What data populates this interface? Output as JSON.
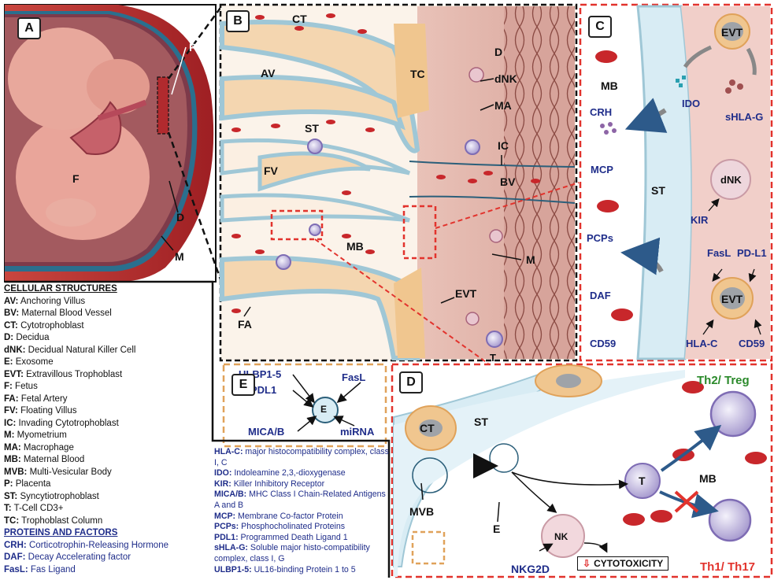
{
  "panels": {
    "a": "A",
    "b": "B",
    "c": "C",
    "d": "D",
    "e": "E"
  },
  "panel_a": {
    "p": "P",
    "f": "F",
    "d": "D",
    "m": "M"
  },
  "panel_b": {
    "ct": "CT",
    "d": "D",
    "av": "AV",
    "tc": "TC",
    "dnk": "dNK",
    "ma": "MA",
    "st": "ST",
    "ic": "IC",
    "fv": "FV",
    "bv": "BV",
    "mb": "MB",
    "m": "M",
    "evt": "EVT",
    "fa": "FA",
    "t": "T"
  },
  "panel_c": {
    "mb": "MB",
    "evt_top": "EVT",
    "crh": "CRH",
    "ido": "IDO",
    "shlag": "sHLA-G",
    "mcp": "MCP",
    "st": "ST",
    "dnk": "dNK",
    "kir": "KIR",
    "pcps": "PCPs",
    "fasl": "FasL",
    "pdl1": "PD-L1",
    "daf": "DAF",
    "evt_bottom": "EVT",
    "cd59_left": "CD59",
    "hlac": "HLA-C",
    "cd59_right": "CD59"
  },
  "panel_d": {
    "th2": "Th2/ Treg",
    "ct": "CT",
    "st": "ST",
    "t": "T",
    "mb": "MB",
    "mvb": "MVB",
    "e": "E",
    "nk": "NK",
    "nkg2d": "NKG2D",
    "cytotoxicity": "CYTOTOXICITY",
    "th1": "Th1/ Th17"
  },
  "panel_e": {
    "ulbp": "ULBP1-5",
    "fasl": "FasL",
    "pdl1": "PDL1",
    "e": "E",
    "mica": "MICA/B",
    "mirna": "miRNA"
  },
  "glossary": {
    "cellular_title": "CELLULAR STRUCTURES",
    "cellular": [
      {
        "abbr": "AV:",
        "text": " Anchoring Villus"
      },
      {
        "abbr": "BV:",
        "text": " Maternal Blood Vessel"
      },
      {
        "abbr": "CT:",
        "text": " Cytotrophoblast"
      },
      {
        "abbr": "D:",
        "text": " Decidua"
      },
      {
        "abbr": "dNK:",
        "text": " Decidual Natural Killer Cell"
      },
      {
        "abbr": "E:",
        "text": " Exosome"
      },
      {
        "abbr": "EVT:",
        "text": " Extravillous Trophoblast"
      },
      {
        "abbr": "F:",
        "text": " Fetus"
      },
      {
        "abbr": "FA:",
        "text": " Fetal Artery"
      },
      {
        "abbr": "FV:",
        "text": " Floating Villus"
      },
      {
        "abbr": "IC:",
        "text": " Invading Cytotrophoblast"
      },
      {
        "abbr": "M:",
        "text": " Myometrium"
      },
      {
        "abbr": "MA:",
        "text": " Macrophage"
      },
      {
        "abbr": "MB:",
        "text": " Maternal Blood"
      },
      {
        "abbr": "MVB:",
        "text": " Multi-Vesicular Body"
      },
      {
        "abbr": "P:",
        "text": " Placenta"
      },
      {
        "abbr": "ST:",
        "text": " Syncytiotrophoblast"
      },
      {
        "abbr": "T:",
        "text": " T-Cell CD3+"
      },
      {
        "abbr": "TC:",
        "text": " Trophoblast Column"
      }
    ],
    "proteins_title": "PROTEINS AND FACTORS",
    "proteins": [
      {
        "abbr": "CRH:",
        "text": " Corticotrophin-Releasing Hormone"
      },
      {
        "abbr": "DAF:",
        "text": " Decay Accelerating factor"
      },
      {
        "abbr": "FasL:",
        "text": " Fas Ligand"
      }
    ],
    "proteins2": [
      {
        "abbr": "HLA-C:",
        "text": " major histocompatibility complex, class I, C"
      },
      {
        "abbr": "IDO:",
        "text": " Indoleamine 2,3,-dioxygenase"
      },
      {
        "abbr": "KIR:",
        "text": " Killer Inhibitory Receptor"
      },
      {
        "abbr": "MICA/B:",
        "text": " MHC Class I Chain-Related Antigens A and B"
      },
      {
        "abbr": "MCP:",
        "text": " Membrane Co-factor Protein"
      },
      {
        "abbr": "PCPs:",
        "text": " Phosphocholinated Proteins"
      },
      {
        "abbr": "PDL1:",
        "text": " Programmed Death Ligand 1"
      },
      {
        "abbr": "sHLA-G:",
        "text": " Soluble major histo-compatibility complex, class I, G"
      },
      {
        "abbr": "ULBP1-5:",
        "text": " UL16-binding Protein 1 to 5"
      }
    ]
  }
}
